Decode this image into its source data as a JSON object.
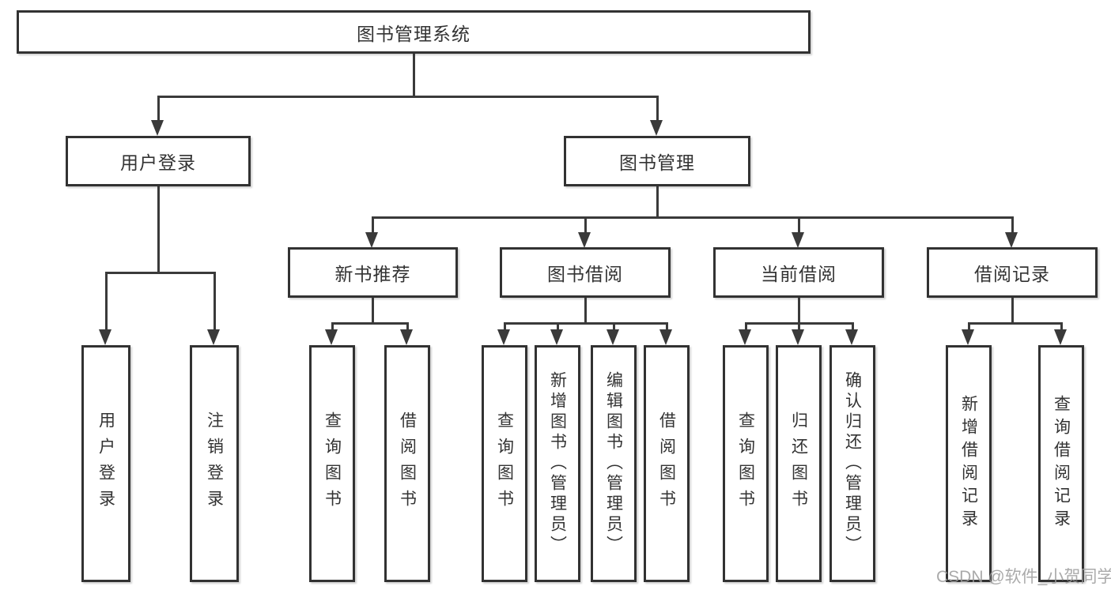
{
  "tree": {
    "label": "图书管理系统",
    "children": [
      {
        "label": "用户登录",
        "children": [
          {
            "label": "用户登录"
          },
          {
            "label": "注销登录"
          }
        ]
      },
      {
        "label": "图书管理",
        "children": [
          {
            "label": "新书推荐",
            "children": [
              {
                "label": "查询图书"
              },
              {
                "label": "借阅图书"
              }
            ]
          },
          {
            "label": "图书借阅",
            "children": [
              {
                "label": "查询图书"
              },
              {
                "label": "新增图书（管理员）"
              },
              {
                "label": "编辑图书（管理员）"
              },
              {
                "label": "借阅图书"
              }
            ]
          },
          {
            "label": "当前借阅",
            "children": [
              {
                "label": "查询图书"
              },
              {
                "label": "归还图书"
              },
              {
                "label": "确认归还（管理员）"
              }
            ]
          },
          {
            "label": "借阅记录",
            "children": [
              {
                "label": "新增借阅记录"
              },
              {
                "label": "查询借阅记录"
              }
            ]
          }
        ]
      }
    ]
  },
  "watermark": "CSDN @软件_小贺同学",
  "colors": {
    "line": "#3a3a3a",
    "border": "#323232",
    "text": "#333333",
    "watermark": "#9c9c9c",
    "background": "#ffffff"
  }
}
